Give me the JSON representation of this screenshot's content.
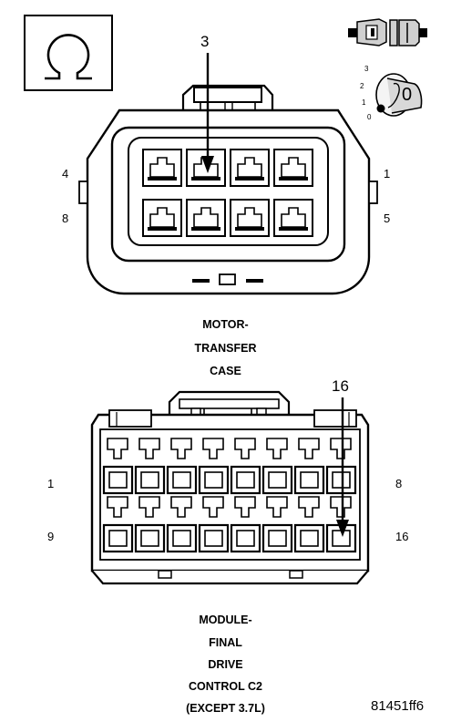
{
  "ohm_symbol": "Ω",
  "test_dial": {
    "scale": [
      "3",
      "2",
      "1",
      "0"
    ],
    "setting": "0"
  },
  "motor_connector": {
    "callout": "3",
    "pin_labels": {
      "top_left": "4",
      "bottom_left": "8",
      "top_right": "1",
      "bottom_right": "5"
    },
    "caption": [
      "MOTOR-",
      "TRANSFER",
      "CASE"
    ]
  },
  "module_connector": {
    "callout": "16",
    "pin_labels": {
      "top_left": "1",
      "bottom_left": "9",
      "top_right": "8",
      "bottom_right": "16"
    },
    "caption": [
      "MODULE-",
      "FINAL",
      "DRIVE",
      "CONTROL C2",
      "(EXCEPT 3.7L)"
    ]
  },
  "figure_id": "81451ff6"
}
